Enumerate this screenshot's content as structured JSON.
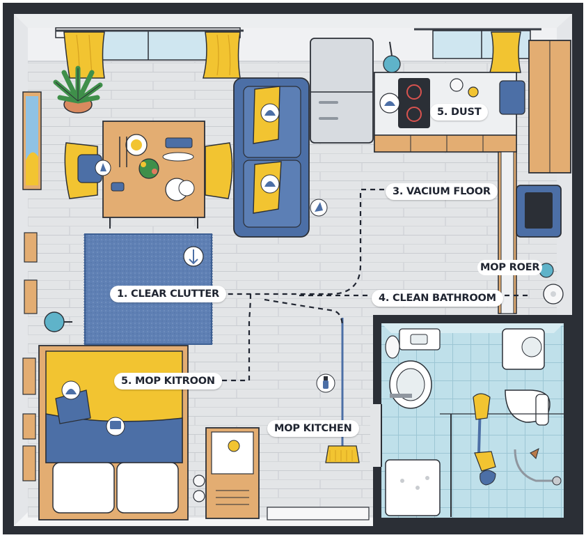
{
  "labels": {
    "clear_clutter": "1. CLEAR CLUTTER",
    "vacuum_floor": "3. VACIUM FLOOR",
    "clean_bathroom": "4. CLEAN BATHROOM",
    "dust": "5. DUST",
    "mop_kitroon": "5. MOP KITROON",
    "mop_kitchen": "MOP KITCHEN",
    "mop_roer": "MOP ROER"
  },
  "colors": {
    "wall": "#2b2f36",
    "floor": "#e2e4e6",
    "blue": "#4c6fa6",
    "yellow": "#f2c431",
    "wood": "#e3ad72",
    "bath_tile": "#b8dbe6"
  }
}
